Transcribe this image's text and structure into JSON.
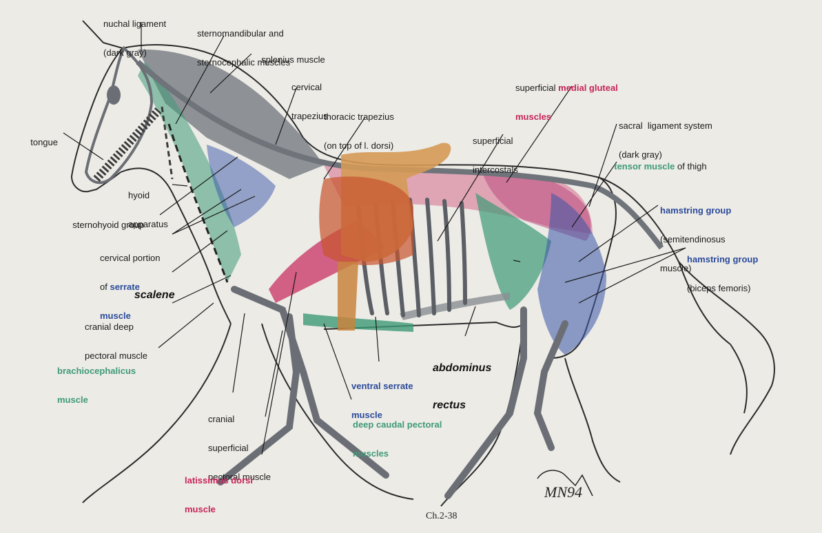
{
  "labels": {
    "nuchal": [
      "nuchal ligament",
      "(dark gray)"
    ],
    "sterno": [
      "sternomandibular and",
      "sternocephalic muscles"
    ],
    "splenius": "splenius muscle",
    "cervical_trap": [
      "cervical",
      "trapezius"
    ],
    "thoracic_trap": [
      "thoracic trapezius",
      "(on top of l. dorsi)"
    ],
    "sup_intercostals": [
      "superficial",
      "intercostals"
    ],
    "medial_gluteal": {
      "prefix": "superficial ",
      "colored_1": "medial gluteal",
      "colored_2": "muscles"
    },
    "sacral": [
      "sacral  ligament system",
      "(dark gray)"
    ],
    "tensor": {
      "colored": "tensor muscle",
      "suffix": " of thigh"
    },
    "hamstring_semi": {
      "colored": "hamstring group",
      "rest": [
        "(semitendinosus",
        "muscle)"
      ]
    },
    "hamstring_biceps": {
      "colored": "hamstring group",
      "rest": "(biceps femoris)"
    },
    "tongue": "tongue",
    "hyoid": [
      "hyoid",
      "apparatus"
    ],
    "sternohyoid": "sternohyoid group",
    "cervical_serrate": {
      "line1": "cervical portion",
      "line2_prefix": "of ",
      "line2_colored": "serrate",
      "line3_colored": "muscle"
    },
    "scalene": "scalene",
    "cranial_deep": [
      "cranial deep",
      "pectoral muscle"
    ],
    "brachio": [
      "brachiocephalicus",
      "muscle"
    ],
    "cranial_sup": [
      "cranial",
      "superficial",
      "pectoral muscle"
    ],
    "latissimus": [
      "latissimus dorsi",
      "muscle"
    ],
    "ventral_serrate": [
      "ventral serrate",
      "muscle"
    ],
    "deep_caudal": [
      "deep caudal pectoral",
      "muscles"
    ],
    "abdominus": [
      "abdominus",
      "rectus"
    ]
  },
  "caption": "Ch.2-38",
  "signature": "MN94",
  "colors": {
    "outline": "#2a2a2a",
    "bone": "#7c7f86",
    "muscle_gray": "#6f737a",
    "green": "#3f9a78",
    "blue": "#3a56a8",
    "red": "#c8235a",
    "saddle": "#d59a55"
  }
}
